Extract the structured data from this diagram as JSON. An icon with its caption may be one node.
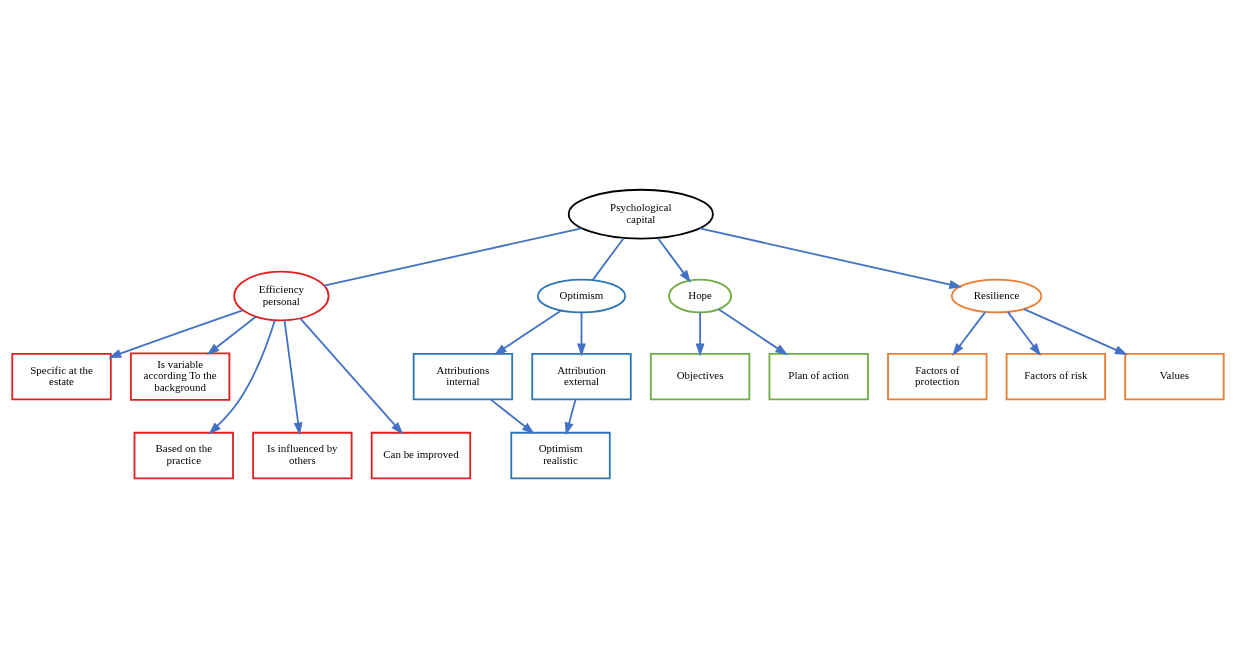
{
  "diagram": {
    "nodes": [
      {
        "text": [
          "Psychological capital"
        ]
      },
      {
        "text": [
          "Efficiency personal"
        ]
      },
      {
        "text": [
          "Specific at the estate"
        ]
      },
      {
        "text": [
          "Is variable according To the background"
        ]
      },
      {
        "text": [
          "Based on the practice"
        ]
      },
      {
        "text": [
          "Is influenced by others"
        ]
      },
      {
        "text": [
          "Can be improved"
        ]
      },
      {
        "text": [
          "Optimism"
        ]
      },
      {
        "text": [
          "Attributions internal"
        ]
      },
      {
        "text": [
          "Attribution external"
        ]
      },
      {
        "text": [
          "Optimism realistic"
        ]
      },
      {
        "text": [
          "Hope"
        ]
      },
      {
        "text": [
          "Objectives"
        ]
      },
      {
        "text": [
          "Plan of action"
        ]
      },
      {
        "text": [
          "Resilience"
        ]
      },
      {
        "text": [
          "Factors of protection"
        ]
      },
      {
        "text": [
          "Factors of risk"
        ]
      },
      {
        "text": [
          "Values"
        ]
      }
    ],
    "edges": [
      {
        "from": 0,
        "to": 1,
        "arrow": "none"
      },
      {
        "from": 0,
        "to": 7,
        "arrow": "none"
      },
      {
        "from": 1,
        "to": 2,
        "arrow": "to"
      },
      {
        "from": 1,
        "to": 3,
        "arrow": "to"
      },
      {
        "from": 1,
        "to": 4,
        "arrow": "to"
      },
      {
        "from": 1,
        "to": 5,
        "arrow": "to"
      },
      {
        "from": 1,
        "to": 6,
        "arrow": "to"
      },
      {
        "from": 7,
        "to": 8,
        "arrow": "to"
      },
      {
        "from": 7,
        "to": 9,
        "arrow": "to"
      },
      {
        "from": 8,
        "to": 10,
        "arrow": "to"
      },
      {
        "from": 9,
        "to": 10,
        "arrow": "to"
      },
      {
        "from": 0,
        "to": 11,
        "arrow": "to"
      },
      {
        "from": 0,
        "to": 14,
        "arrow": "to"
      },
      {
        "from": 11,
        "to": 12,
        "arrow": "to"
      },
      {
        "from": 11,
        "to": 13,
        "arrow": "to"
      },
      {
        "from": 14,
        "to": 15,
        "arrow": "to"
      },
      {
        "from": 14,
        "to": 16,
        "arrow": "to"
      },
      {
        "from": 14,
        "to": 17,
        "arrow": "to"
      }
    ]
  }
}
